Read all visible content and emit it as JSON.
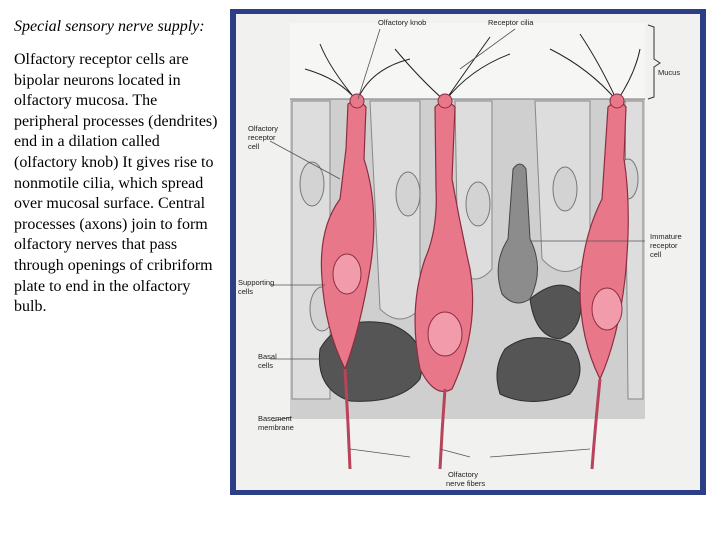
{
  "text": {
    "subtitle": "Special sensory nerve supply:",
    "body": "Olfactory receptor cells are bipolar neurons located in olfactory mucosa. The peripheral processes (dendrites) end in a dilation called (olfactory knob) It gives rise to nonmotile cilia, which spread over mucosal surface. Central processes (axons) join to form olfactory nerves that pass through openings of cribriform plate to end in the olfactory bulb."
  },
  "figure": {
    "labels": {
      "olfactory_knob": "Olfactory knob",
      "receptor_cilia": "Receptor cilia",
      "mucus": "Mucus",
      "receptor_cell_1": "Olfactory",
      "receptor_cell_2": "receptor",
      "receptor_cell_3": "cell",
      "immature_1": "Immature",
      "immature_2": "receptor",
      "immature_3": "cell",
      "supporting_1": "Supporting",
      "supporting_2": "cells",
      "basal_1": "Basal",
      "basal_2": "cells",
      "basement_1": "Basement",
      "basement_2": "membrane",
      "fibers_1": "Olfactory",
      "fibers_2": "nerve fibers"
    },
    "colors": {
      "frame": "#2c3f86",
      "paper": "#f1f1ef",
      "epithelium": "#cfcfcf",
      "supporting_cell": "#dddddd",
      "receptor_cell": "#e8778a",
      "receptor_outline": "#8d2d3f",
      "basal_cell": "#555555",
      "immature_cell": "#8c8c8c",
      "fiber": "#b8435a"
    }
  }
}
